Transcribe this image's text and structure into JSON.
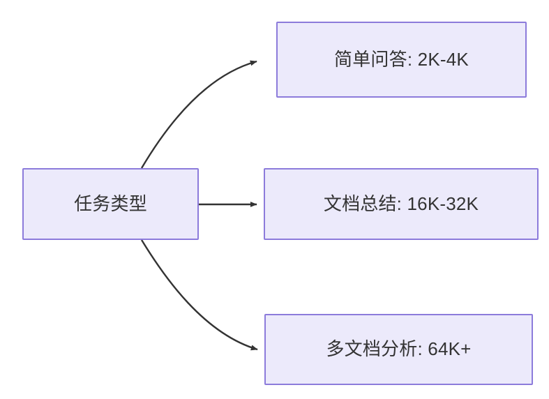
{
  "diagram": {
    "type": "flowchart",
    "direction": "left-to-right",
    "background_color": "#FFFFFF",
    "node_fill_color": "#ECEAFB",
    "node_border_color": "#8C7BDB",
    "node_text_color": "#333333",
    "edge_color": "#333333",
    "nodes": {
      "root": {
        "label": "任务类型"
      },
      "simple_qa": {
        "label": "简单问答: 2K-4K"
      },
      "doc_summary": {
        "label": "文档总结: 16K-32K"
      },
      "multi_doc": {
        "label": "多文档分析: 64K+"
      }
    },
    "edges": [
      {
        "from": "root",
        "to": "simple_qa",
        "label": "",
        "style": "curved-arrow"
      },
      {
        "from": "root",
        "to": "doc_summary",
        "label": "",
        "style": "straight-arrow"
      },
      {
        "from": "root",
        "to": "multi_doc",
        "label": "",
        "style": "curved-arrow"
      }
    ]
  }
}
